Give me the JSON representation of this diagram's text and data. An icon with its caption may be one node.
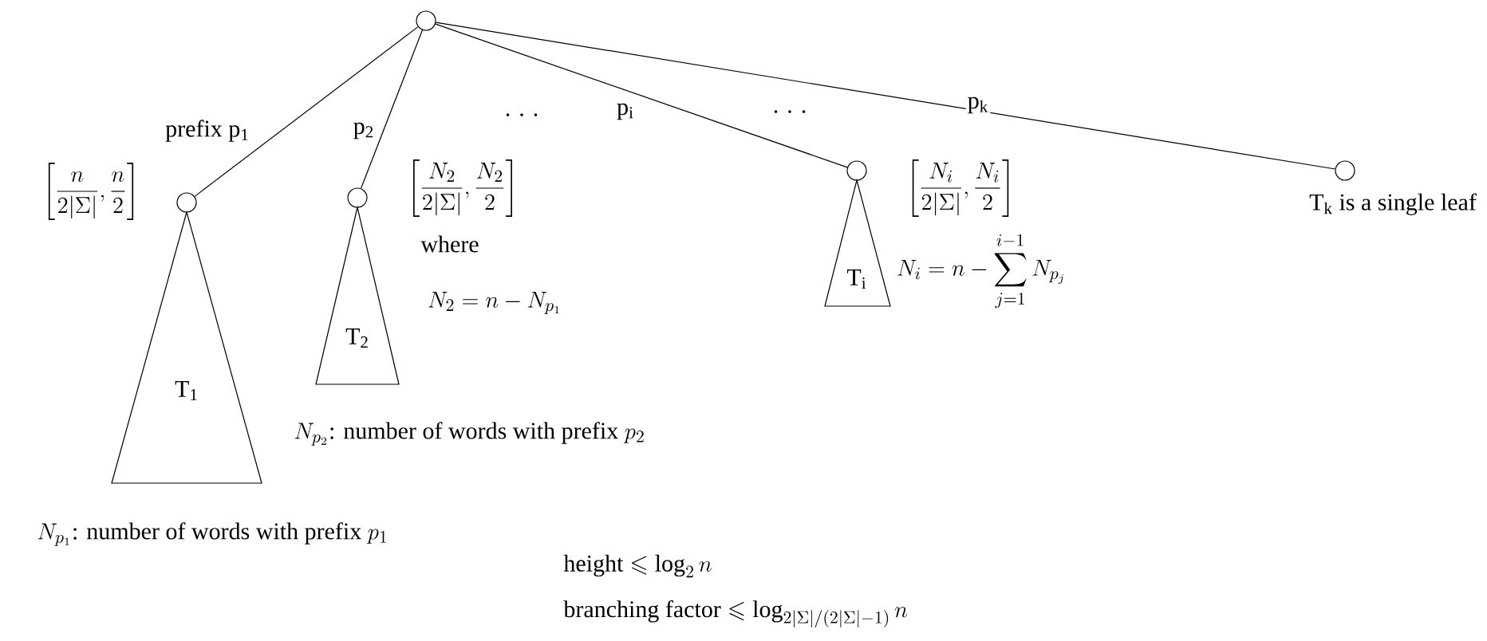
{
  "diagram": {
    "nodes": [
      {
        "text": [],
        "shape": "circle"
      },
      {
        "text": [],
        "shape": "circle"
      },
      {
        "text": [
          "T$_{1}$"
        ]
      },
      {
        "text": [],
        "shape": "circle"
      },
      {
        "text": [
          "T$_{2}$"
        ]
      },
      {
        "text": [],
        "shape": "circle"
      },
      {
        "text": [
          "T$_{i}$"
        ]
      },
      {
        "text": [],
        "shape": "circle",
        "beside": [
          "T$_{k}$ is a single leaf"
        ]
      }
    ],
    "edges": [
      {
        "from": 0,
        "to": 1,
        "arrow": "none",
        "label": "prefix p$_{1}$"
      },
      {
        "from": 0,
        "to": 3,
        "arrow": "none",
        "label": "p$_{2}$"
      },
      {
        "from": 0,
        "to": 5,
        "arrow": "none",
        "label": "p$_{i}$"
      },
      {
        "from": 0,
        "to": 7,
        "arrow": "none",
        "label": "p$_{k}$"
      }
    ],
    "labels": [
      ". . .",
      ". . .",
      "\\left[\\frac{n}{2|\\Sigma|},\\frac{n}{2}\\right]",
      "\\left[\\frac{N_2}{2|\\Sigma|},\\frac{N_2}{2}\\right]",
      "where",
      "N_2 = n - N_{p_1}",
      "\\left[\\frac{N_i}{2|\\Sigma|},\\frac{N_i}{2}\\right]",
      "N_i = n - \\sum_{j=1}^{i-1} N_{p_j}",
      "N_{p_2}\\text{: number of words with prefix } p_2",
      "N_{p_1}\\text{: number of words with prefix } p_1",
      "\\text{height} \\leqslant \\log_2 n",
      "\\text{branching factor} \\leqslant \\log_{2|\\Sigma|/(2|\\Sigma|-1)} n"
    ]
  }
}
